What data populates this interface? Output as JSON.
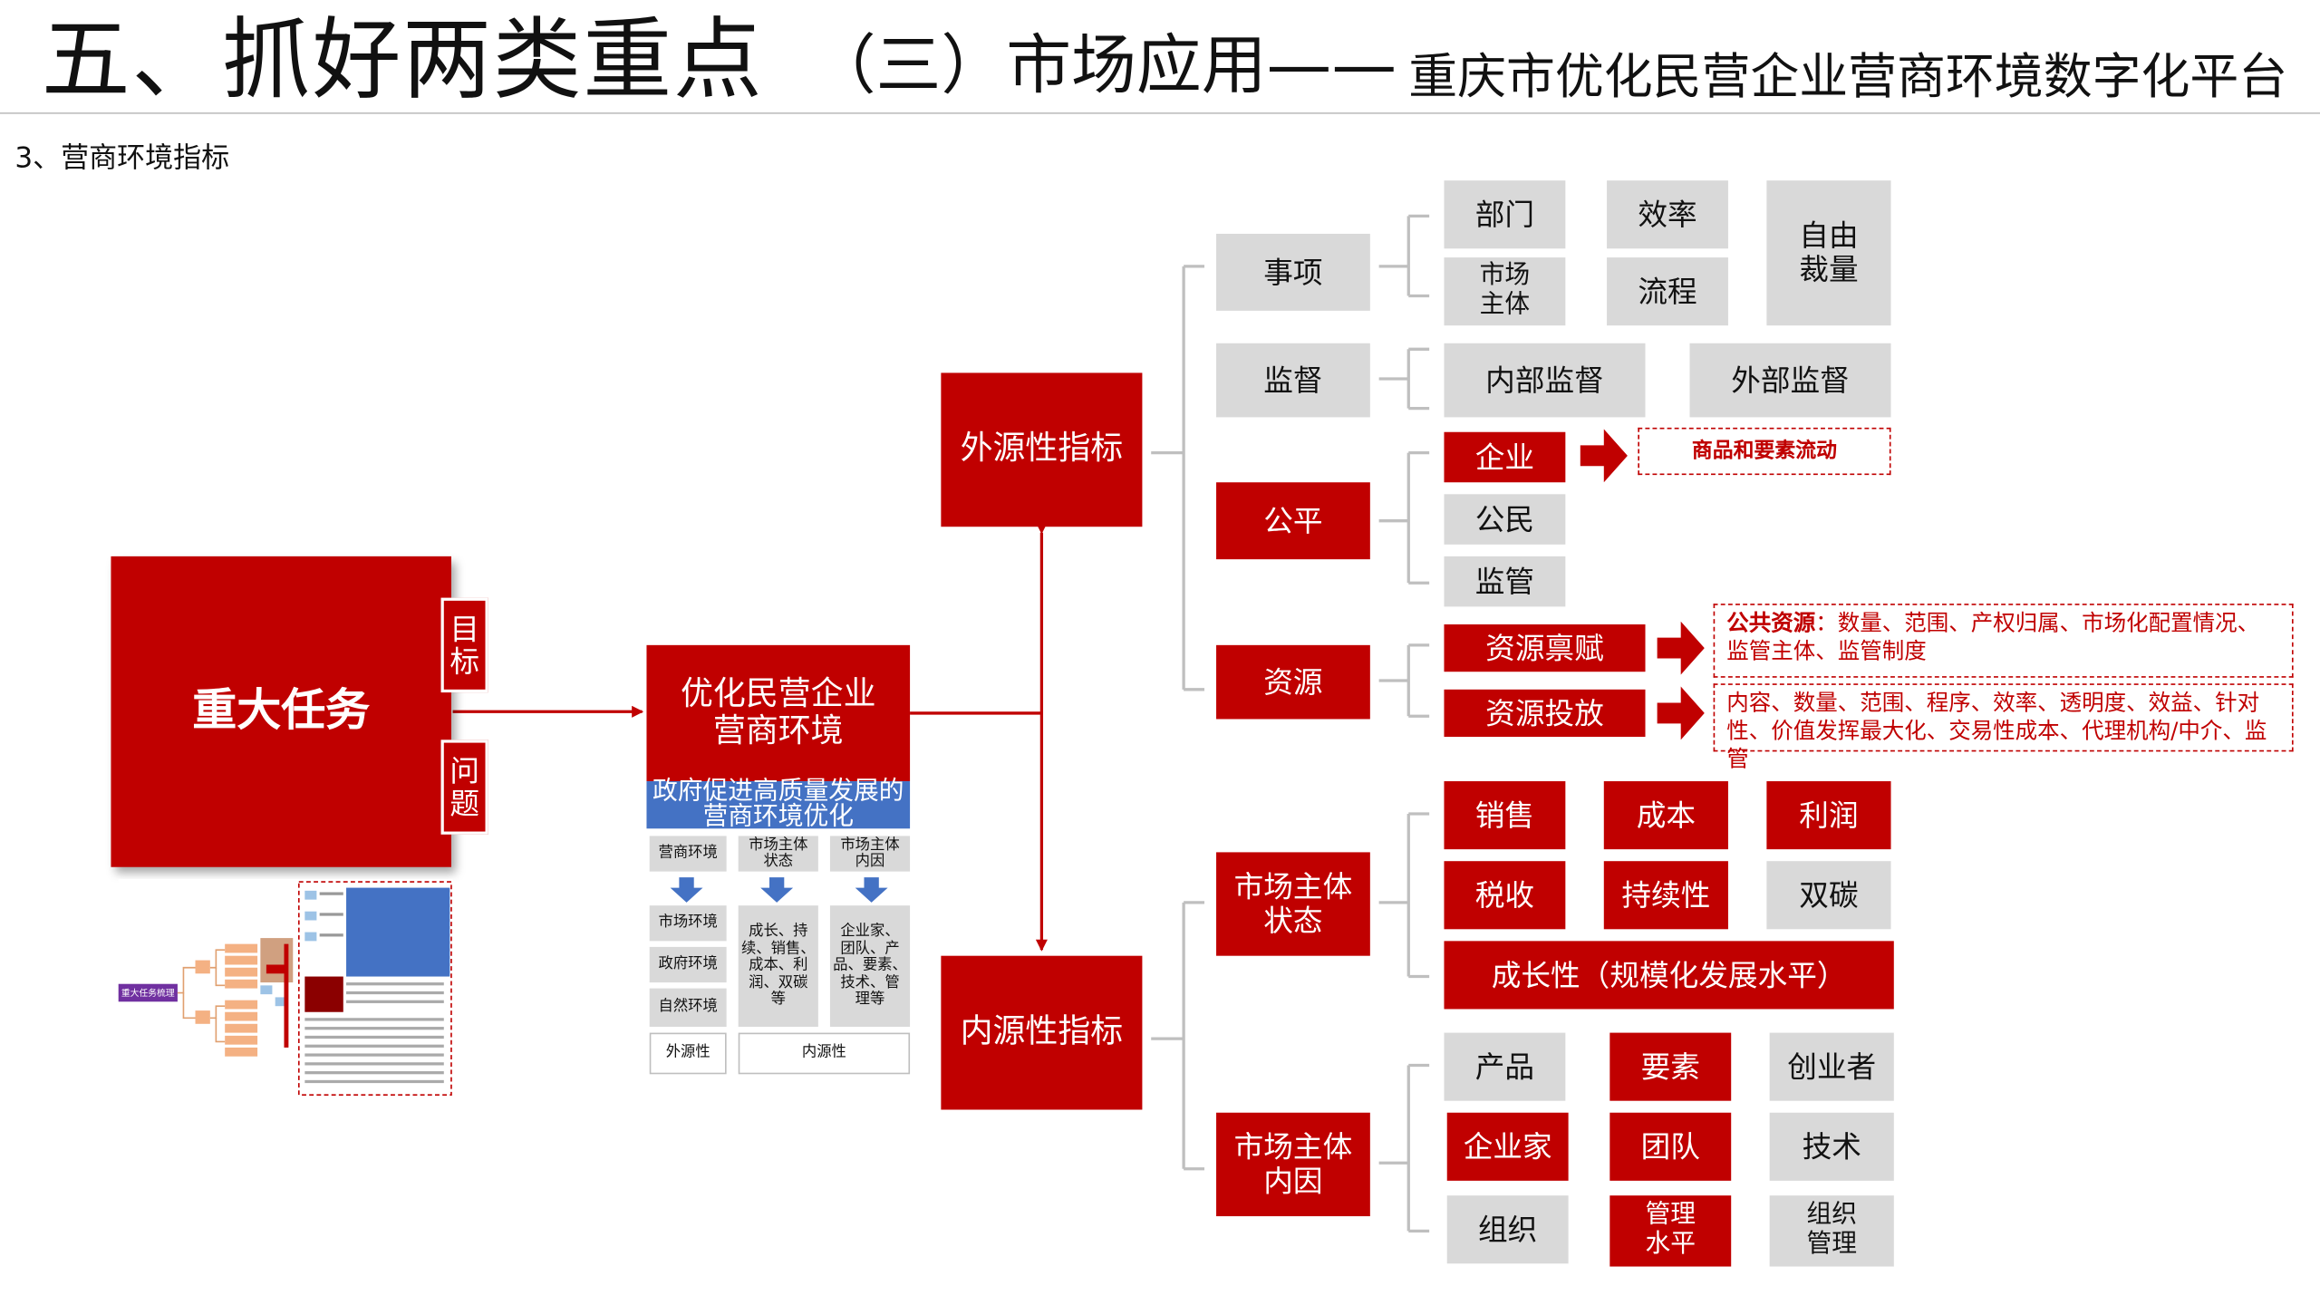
{
  "header": {
    "title_main": "五、抓好两类重点",
    "title_sub": "（三）市场应用——",
    "title_tail": "重庆市优化民营企业营商环境数字化平台",
    "subhead": "3、营商环境指标"
  },
  "left": {
    "big_box": "重大任务",
    "tag_goal": "目\n标",
    "tag_problem": "问\n题"
  },
  "center": {
    "main_box": "优化民营企业\n营商环境",
    "blue_banner": "政府促进高质量发展的\n营商环境优化",
    "col_heads": [
      "营商环境",
      "市场主体\n状态",
      "市场主体\n内因"
    ],
    "col1_items": [
      "市场环境",
      "政府环境",
      "自然环境"
    ],
    "col2_text": "成长、持\n续、销售、\n成本、利\n润、双碳\n等",
    "col3_text": "企业家、\n团队、产\n品、要素、\n技术、管\n理等",
    "bottom_left": "外源性",
    "bottom_right": "内源性"
  },
  "middle": {
    "external": "外源性指标",
    "internal": "内源性指标"
  },
  "external_groups": {
    "g1": {
      "label": "事项",
      "items": [
        "部门",
        "效率",
        "市场\n主体",
        "流程",
        "自由\n裁量"
      ]
    },
    "g2": {
      "label": "监督",
      "items": [
        "内部监督",
        "外部监督"
      ]
    },
    "g3": {
      "label": "公平",
      "items": [
        "企业",
        "公民",
        "监管"
      ],
      "note": "商品和要素流动"
    },
    "g4": {
      "label": "资源",
      "items": [
        "资源禀赋",
        "资源投放"
      ],
      "note1_bold": "公共资源",
      "note1_rest": "：数量、范围、产权归属、市场化配置情况、监管主体、监管制度",
      "note2": "内容、数量、范围、程序、效率、透明度、效益、针对性、价值发挥最大化、交易性成本、代理机构/中介、监管"
    }
  },
  "internal_groups": {
    "g5": {
      "label": "市场主体\n状态",
      "items": [
        "销售",
        "成本",
        "利润",
        "税收",
        "持续性",
        "双碳",
        "成长性（规模化发展水平）"
      ]
    },
    "g6": {
      "label": "市场主体\n内因",
      "items": [
        "产品",
        "要素",
        "创业者",
        "企业家",
        "团队",
        "技术",
        "组织",
        "管理\n水平",
        "组织\n管理"
      ]
    }
  },
  "thumbnail": {
    "mindmap_root": "重大任务梳理"
  },
  "colors": {
    "red": "#c00000",
    "gray": "#d9d9d9",
    "blue": "#4472c4"
  }
}
